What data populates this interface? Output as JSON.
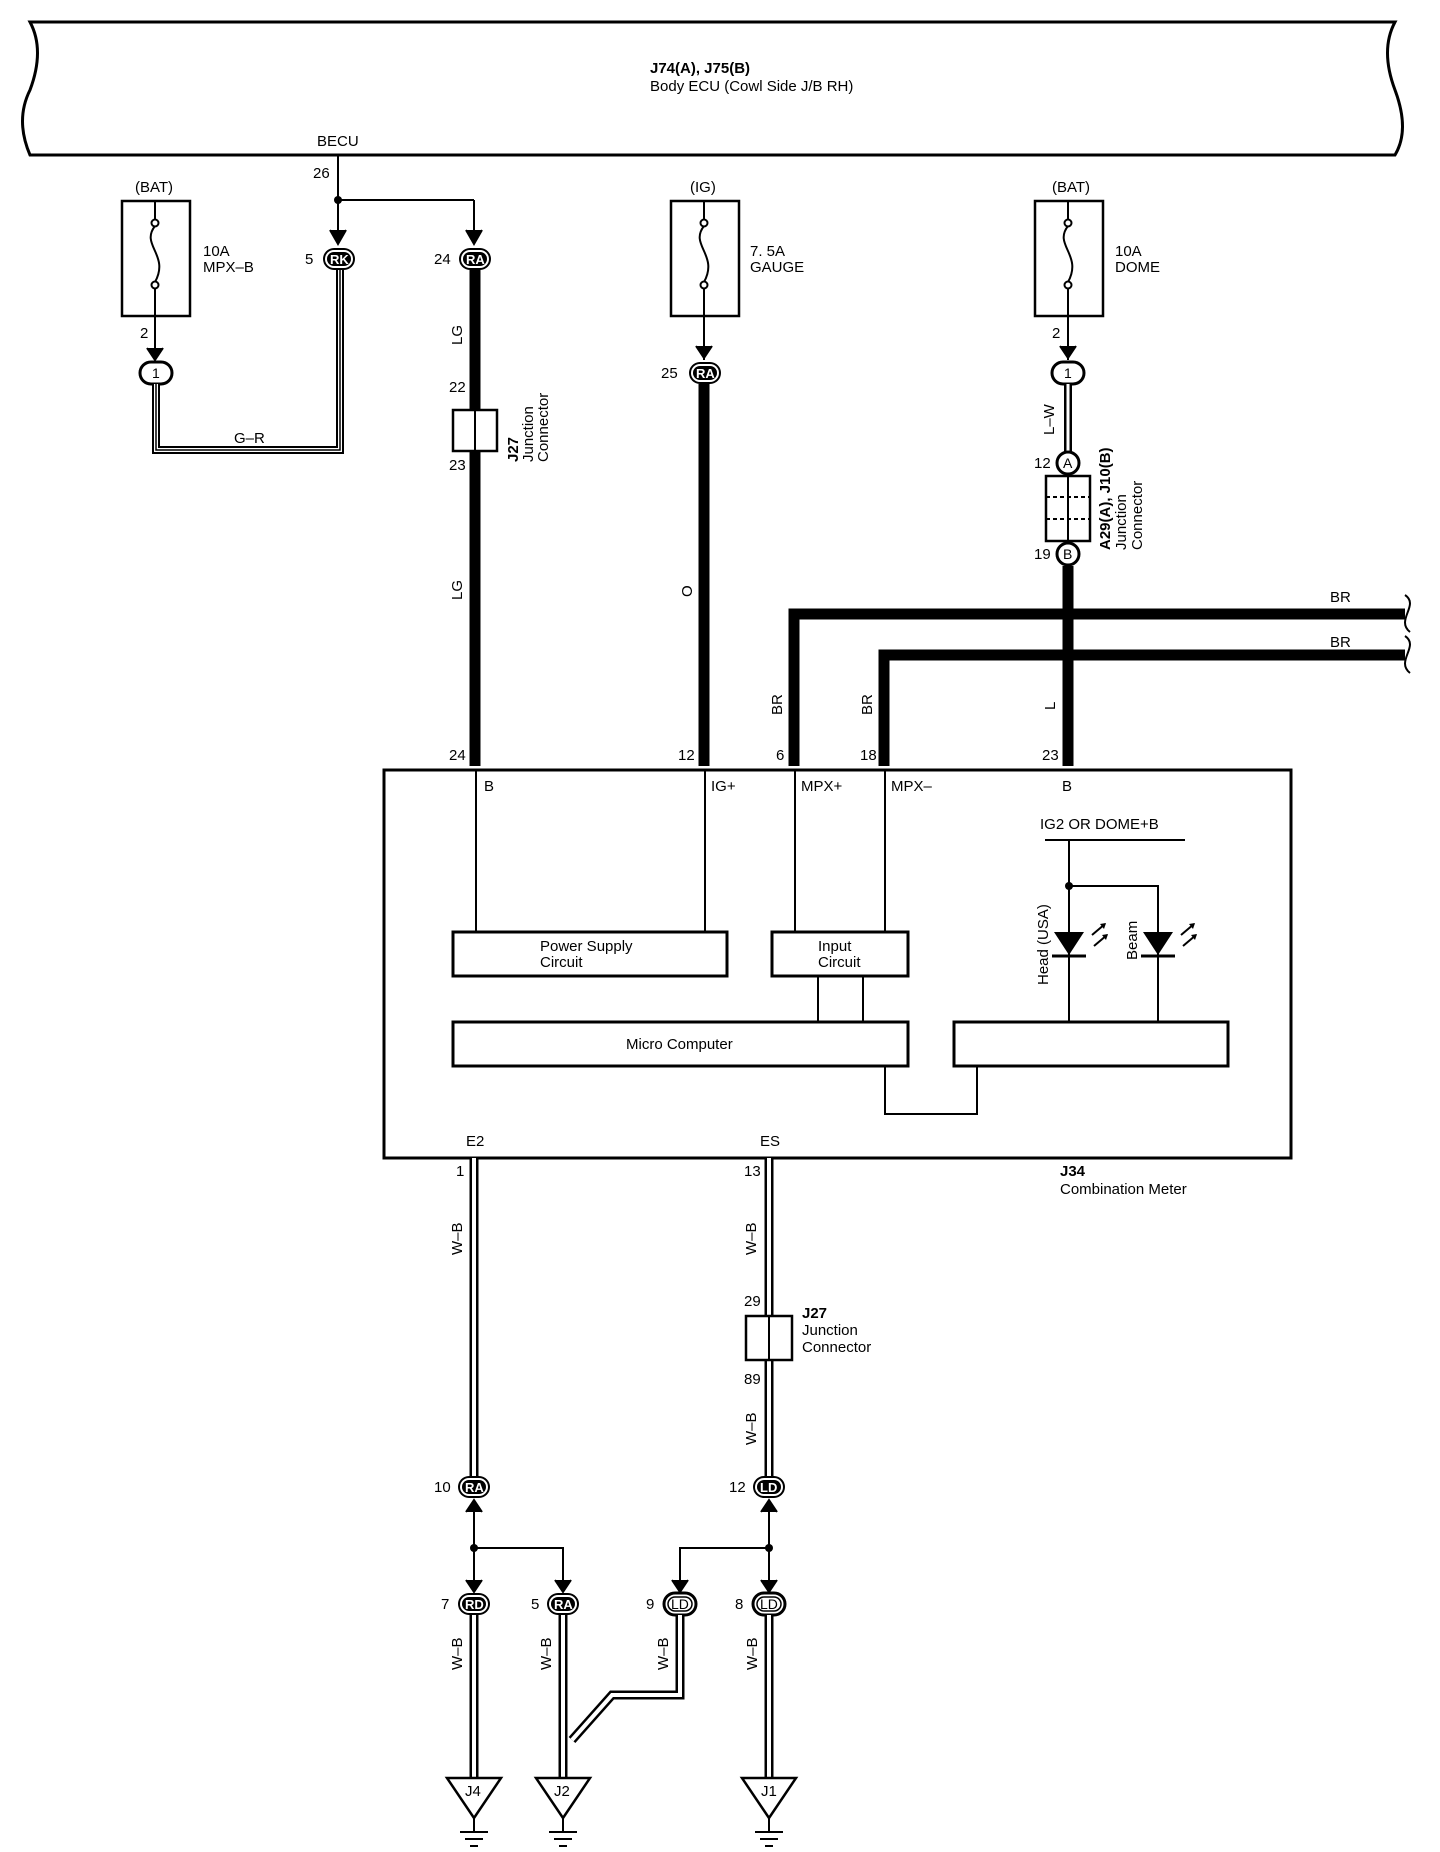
{
  "body_ecu": {
    "title": "J74(A), J75(B)",
    "subtitle": "Body ECU (Cowl Side J/B RH)",
    "terminal_label": "BECU",
    "terminal_pin": "26"
  },
  "fuses": [
    {
      "source": "(BAT)",
      "rating": "10A",
      "name": "MPX–B",
      "out_pin": "2"
    },
    {
      "source": "(IG)",
      "rating": "7. 5A",
      "name": "GAUGE"
    },
    {
      "source": "(BAT)",
      "rating": "10A",
      "name": "DOME",
      "out_pin": "2"
    }
  ],
  "connectors": {
    "rk5": {
      "pin": "5",
      "code": "RK"
    },
    "ra24": {
      "pin": "24",
      "code": "RA"
    },
    "c1_left": {
      "code": "1"
    },
    "ra25": {
      "pin": "25",
      "code": "RA"
    },
    "c1_right": {
      "code": "1"
    },
    "a12": {
      "pin": "12",
      "code": "A"
    },
    "b19": {
      "pin": "19",
      "code": "B"
    },
    "ra10": {
      "pin": "10",
      "code": "RA"
    },
    "ld12": {
      "pin": "12",
      "code": "LD"
    },
    "rd7": {
      "pin": "7",
      "code": "RD"
    },
    "ra5": {
      "pin": "5",
      "code": "RA"
    },
    "ld9": {
      "pin": "9",
      "code": "LD"
    },
    "ld8": {
      "pin": "8",
      "code": "LD"
    }
  },
  "wires": {
    "g_r": "G–R",
    "lg_top": "LG",
    "lg_bot": "LG",
    "o": "O",
    "l_w": "L–W",
    "l": "L",
    "br_left": "BR",
    "br_mid": "BR",
    "br_out1": "BR",
    "br_out2": "BR",
    "wb_e2": "W–B",
    "wb_es_top": "W–B",
    "wb_es_bot": "W–B",
    "wb_rd7": "W–B",
    "wb_ra5": "W–B",
    "wb_ld9": "W–B",
    "wb_ld8": "W–B"
  },
  "j27_top": {
    "title": "J27",
    "line1": "Junction",
    "line2": "Connector",
    "pin_in": "22",
    "pin_out": "23"
  },
  "j27_bottom": {
    "title": "J27",
    "line1": "Junction",
    "line2": "Connector",
    "pin_in": "29",
    "pin_out": "89"
  },
  "a29": {
    "title": "A29(A), J10(B)",
    "line1": "Junction",
    "line2": "Connector"
  },
  "meter": {
    "name": "J34",
    "subtitle": "Combination Meter",
    "pins_top": [
      {
        "num": "24",
        "label": "B"
      },
      {
        "num": "12",
        "label": "IG+"
      },
      {
        "num": "6",
        "label": "MPX+"
      },
      {
        "num": "18",
        "label": "MPX–"
      },
      {
        "num": "23",
        "label": "B"
      }
    ],
    "pins_bottom": [
      {
        "num": "1",
        "label": "E2"
      },
      {
        "num": "13",
        "label": "ES"
      }
    ],
    "ig2_label": "IG2 OR DOME+B",
    "power_supply": [
      "Power Supply",
      "Circuit"
    ],
    "input_circuit": [
      "Input",
      "Circuit"
    ],
    "micro_computer": "Micro Computer",
    "led_head": "Head (USA)",
    "led_beam": "Beam"
  },
  "grounds": [
    "J4",
    "J2",
    "J1"
  ]
}
